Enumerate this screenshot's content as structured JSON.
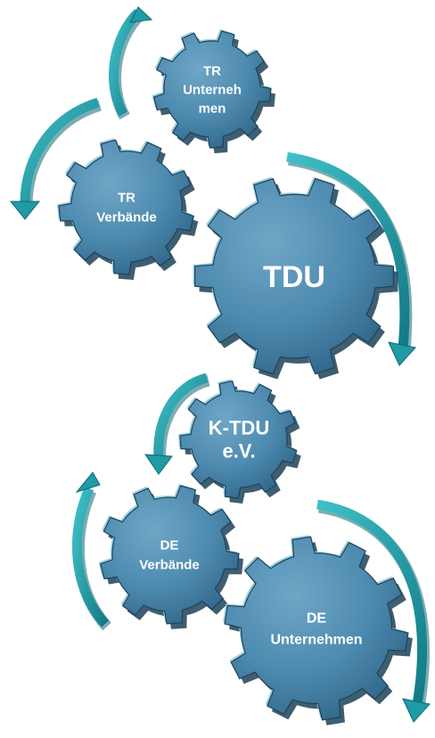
{
  "gears": [
    {
      "id": "tr-unternehmen",
      "lines": [
        "TR",
        "Unterneh",
        "men"
      ]
    },
    {
      "id": "tr-verbaende",
      "lines": [
        "TR",
        "Verbände"
      ]
    },
    {
      "id": "tdu",
      "lines": [
        "TDU"
      ]
    },
    {
      "id": "k-tdu",
      "lines": [
        "K-TDU",
        "e.V."
      ]
    },
    {
      "id": "de-verbaende",
      "lines": [
        "DE",
        "Verbände"
      ]
    },
    {
      "id": "de-unternehmen",
      "lines": [
        "DE",
        "Unternehmen"
      ]
    }
  ],
  "colors": {
    "gear_fill": "#4e8bb0",
    "gear_dark": "#1f4258",
    "gear_rim": "#9ccfe0",
    "arrow": "#1f9aa6",
    "arrow_dark": "#0e6a74",
    "text": "#ffffff"
  }
}
